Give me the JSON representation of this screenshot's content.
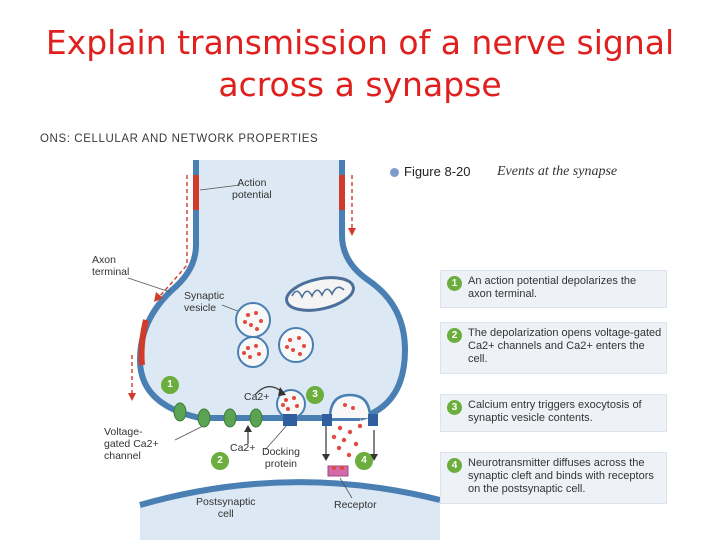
{
  "title": {
    "line1": "Explain transmission of a nerve signal",
    "line2": "across a synapse"
  },
  "header": "ONS: CELLULAR AND NETWORK PROPERTIES",
  "figure": {
    "label": "Figure 8-20",
    "caption": "Events at the synapse"
  },
  "labels": {
    "action_potential": [
      "Action",
      "potential"
    ],
    "axon_terminal": [
      "Axon",
      "terminal"
    ],
    "synaptic_vesicle": [
      "Synaptic",
      "vesicle"
    ],
    "ca_top": "Ca2+",
    "ca_bottom": "Ca2+",
    "voltage_gated": [
      "Voltage-",
      "gated Ca2+",
      "channel"
    ],
    "docking_protein": [
      "Docking",
      "protein"
    ],
    "postsynaptic_cell": [
      "Postsynaptic",
      "cell"
    ],
    "receptor": "Receptor"
  },
  "badges": [
    "1",
    "2",
    "3",
    "4"
  ],
  "steps": [
    {
      "num": "1",
      "text": "An action potential depolarizes the axon terminal."
    },
    {
      "num": "2",
      "text": "The depolarization opens voltage-gated Ca2+ channels and Ca2+ enters the cell."
    },
    {
      "num": "3",
      "text": "Calcium entry triggers exocytosis of synaptic vesicle contents."
    },
    {
      "num": "4",
      "text": "Neurotransmitter diffuses across the synaptic cleft and binds with receptors on the postsynaptic cell."
    }
  ],
  "colors": {
    "title": "#e0201e",
    "membrane": "#4a7fb3",
    "cytoplasm": "#dce8f3",
    "action_potential": "#d23a2a",
    "channel": "#5aa352",
    "docking_protein": "#2f5f9e",
    "receptor": "#d46aa8",
    "neurotransmitter": "#e14a3e"
  }
}
